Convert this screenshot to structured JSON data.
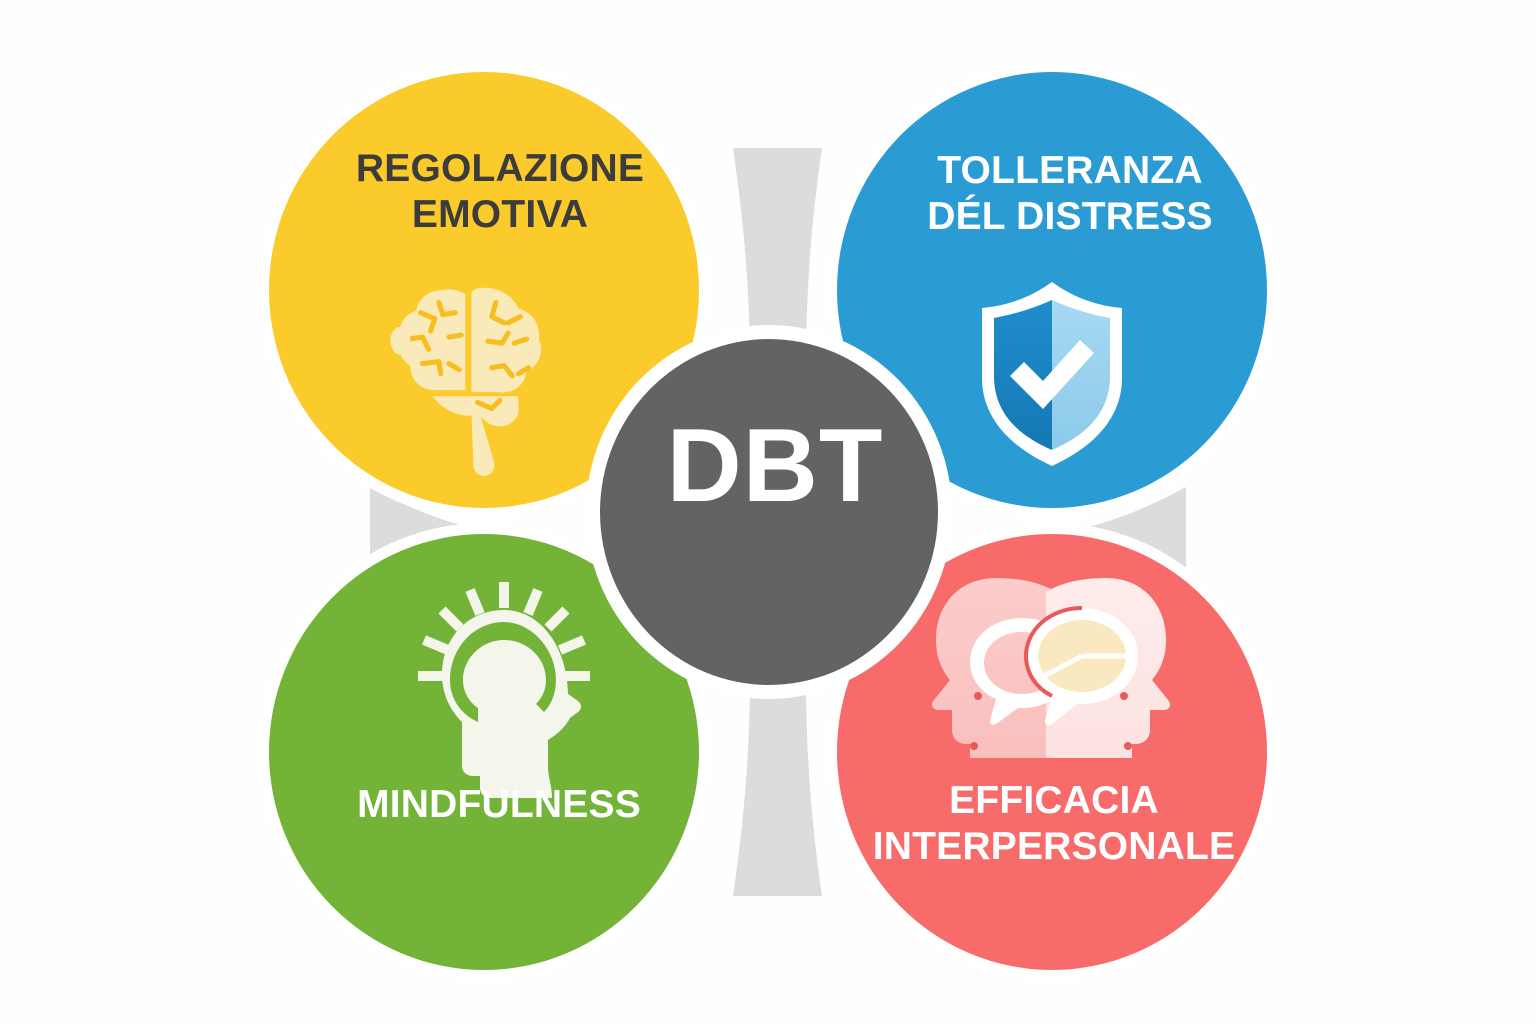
{
  "diagram": {
    "title": "DBT",
    "center": {
      "label": "DBT",
      "color": "#636363",
      "text_color": "#ffffff"
    },
    "background_color": "#fefefe",
    "connector_color": "#dcdcdc",
    "ring_color": "#ffffff",
    "quadrants": [
      {
        "id": "regolazione-emotiva",
        "position": "top-left",
        "label": "REGOLAZIONE\nEMOTIVA",
        "label_position": "top",
        "color": "#fbcb2b",
        "text_color": "#3c3c3c",
        "icon": "brain-icon",
        "icon_color": "#faeaba"
      },
      {
        "id": "tolleranza-del-distress",
        "position": "top-right",
        "label": "TOLLERANZA\nDÉL DISTRESS",
        "label_position": "top",
        "color": "#2b9bd4",
        "text_color": "#ffffff",
        "icon": "shield-check-icon",
        "icon_color": "#ffffff"
      },
      {
        "id": "mindfulness",
        "position": "bottom-left",
        "label": "MINDFULNESS",
        "label_position": "bottom",
        "color": "#72b338",
        "text_color": "#ffffff",
        "icon": "head-lightbulb-icon",
        "icon_color": "#f4f6ec"
      },
      {
        "id": "efficacia-interpersonale",
        "position": "bottom-right",
        "label": "EFFICACIA\nINTERPERSONALE",
        "label_position": "bottom",
        "color": "#f76b6b",
        "text_color": "#ffffff",
        "icon": "two-heads-speech-icon",
        "icon_color": "#fce0df"
      }
    ]
  }
}
